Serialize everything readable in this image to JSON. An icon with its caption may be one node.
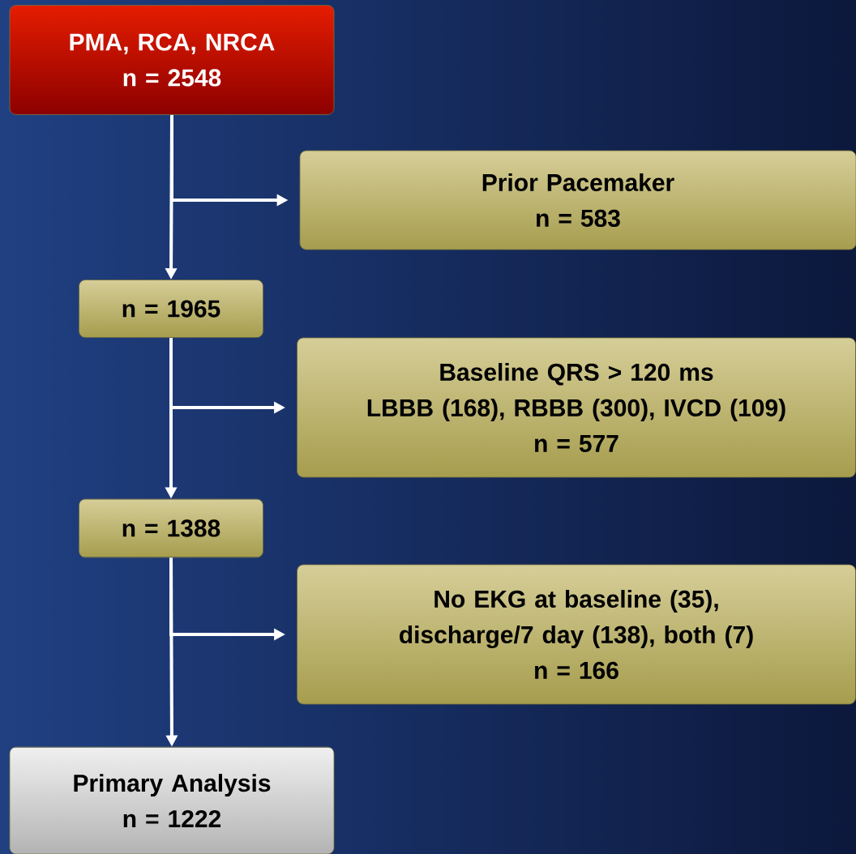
{
  "diagram": {
    "nodes": [
      {
        "text": [
          "PMA, RCA, NRCA",
          "n = 2548"
        ]
      },
      {
        "text": [
          "Prior Pacemaker",
          "n = 583"
        ]
      },
      {
        "text": [
          "n = 1965"
        ]
      },
      {
        "text": [
          "Baseline QRS > 120 ms",
          "LBBB (168), RBBB (300), IVCD (109)",
          "n = 577"
        ]
      },
      {
        "text": [
          "n = 1388"
        ]
      },
      {
        "text": [
          "No EKG at baseline (35), discharge/7 day (138), both (7)",
          "n = 166"
        ]
      },
      {
        "text": [
          "Primary Analysis",
          "n = 1222"
        ]
      }
    ],
    "edges": [
      {
        "from": 0,
        "to": 2,
        "arrow": "to"
      },
      {
        "from": 0,
        "to": 1,
        "arrow": "to"
      },
      {
        "from": 2,
        "to": 4,
        "arrow": "to"
      },
      {
        "from": 2,
        "to": 3,
        "arrow": "to"
      },
      {
        "from": 4,
        "to": 6,
        "arrow": "to"
      },
      {
        "from": 4,
        "to": 5,
        "arrow": "to"
      }
    ]
  }
}
